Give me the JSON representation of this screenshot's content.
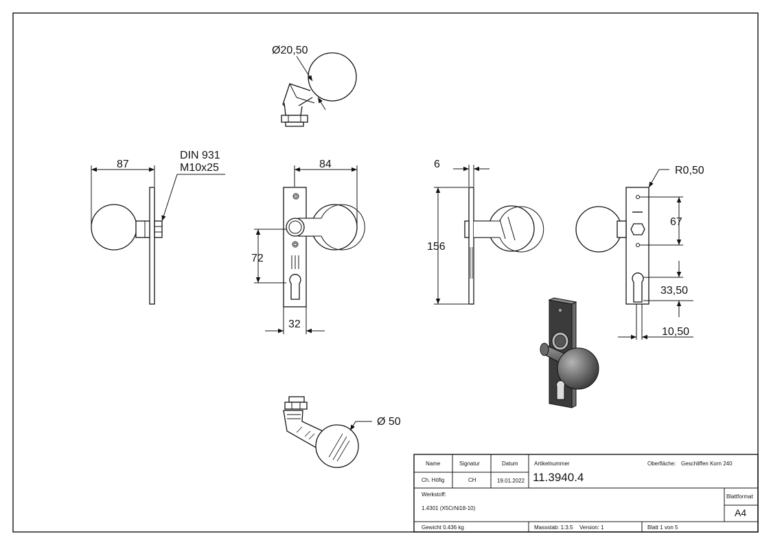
{
  "dimensions": {
    "top_view_diameter": "Ø20,50",
    "left_width": "87",
    "din_line1": "DIN 931",
    "din_line2": "M10x25",
    "front_width": "84",
    "front_height_72": "72",
    "front_plate_32": "32",
    "side_thickness": "6",
    "side_height": "156",
    "radius": "R0,50",
    "spacing_67": "67",
    "spacing_33": "33,50",
    "offset_10": "10,50",
    "bottom_view_diameter": "Ø 50"
  },
  "title_block": {
    "col_name": "Name",
    "col_signatur": "Signatur",
    "col_datum": "Datum",
    "col_artikel": "Artikelnummer",
    "oberflaeche_label": "Oberfläche:",
    "oberflaeche_value": "Geschliffen Korn 240",
    "name_value": "Ch. Höfig",
    "signatur_value": "CH",
    "datum_value": "19.01.2022",
    "artikel_value": "11.3940.4",
    "werkstoff_label": "Werkstoff:",
    "werkstoff_value": "1.4301 (X5CrNi18-10)",
    "blattformat_label": "Blattformat",
    "blattformat_value": "A4",
    "gewicht": "Gewicht 0.436 kg",
    "massstab": "Massstab: 1:3.5",
    "version": "Version: 1",
    "blatt": "Blatt 1 von 5"
  },
  "colors": {
    "line": "#111111",
    "render_dark": "#3b3b3b",
    "render_light": "#9a9a9a"
  }
}
